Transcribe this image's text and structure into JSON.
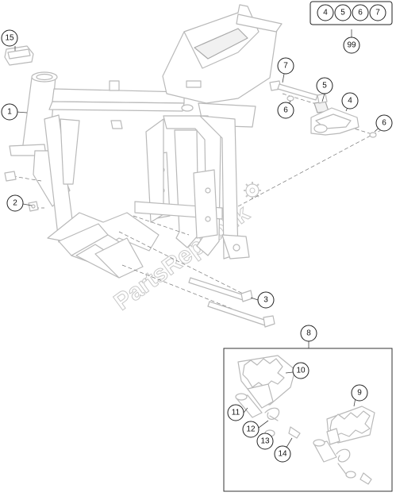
{
  "watermark": {
    "text": "PartsRepublik",
    "icon": "gear-icon"
  },
  "kit_box": {
    "numbers": [
      "4",
      "5",
      "6",
      "7"
    ],
    "total": "99"
  },
  "callouts": {
    "c1": "1",
    "c2": "2",
    "c3": "3",
    "c4": "4",
    "c5": "5",
    "c6a": "6",
    "c6b": "6",
    "c7": "7",
    "c8": "8",
    "c9": "9",
    "c10": "10",
    "c11": "11",
    "c12": "12",
    "c13": "13",
    "c14": "14",
    "c15": "15"
  }
}
